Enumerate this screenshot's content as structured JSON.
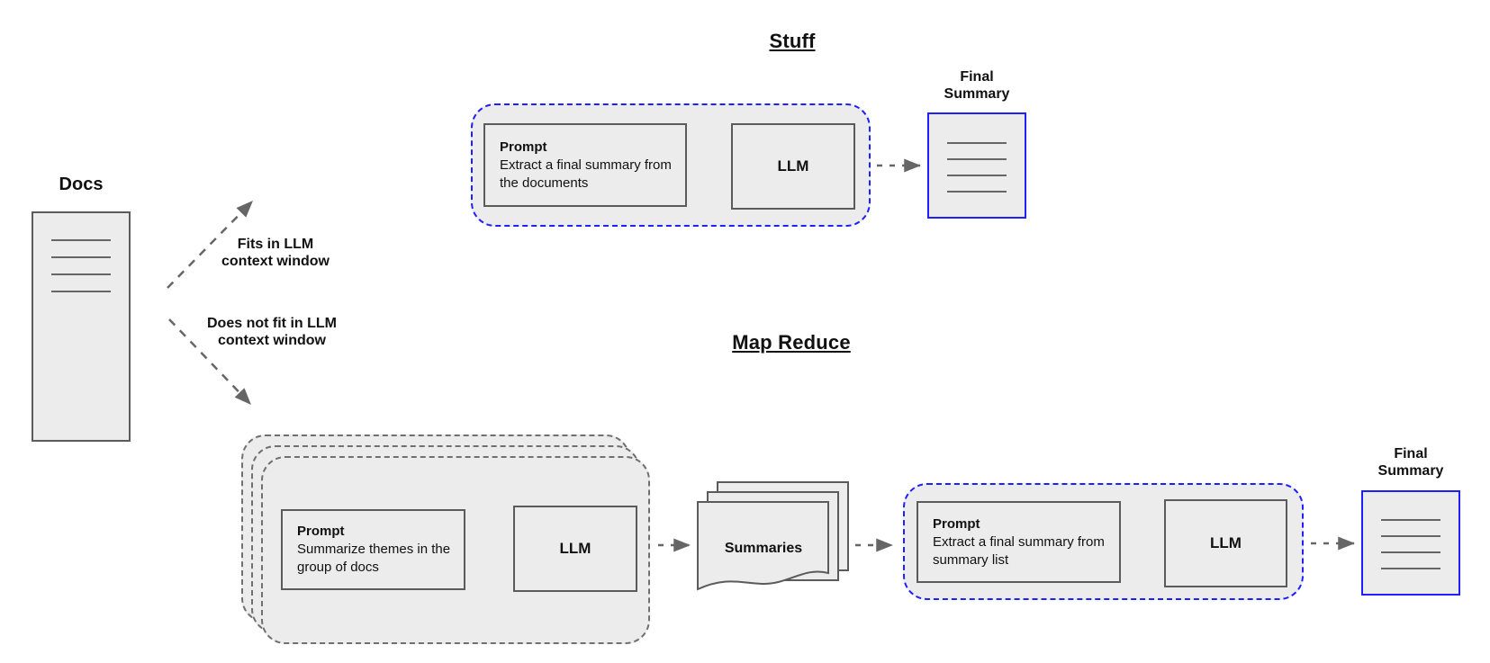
{
  "titles": {
    "stuff": "Stuff",
    "map_reduce": "Map Reduce"
  },
  "docs": {
    "label": "Docs"
  },
  "branch_labels": {
    "fits": "Fits in LLM context window",
    "not_fit": "Does not fit in LLM context window"
  },
  "stuff": {
    "prompt_title": "Prompt",
    "prompt_body": "Extract a final summary from the documents",
    "llm_label": "LLM",
    "final_summary_label": "Final Summary"
  },
  "map_reduce": {
    "map_prompt_title": "Prompt",
    "map_prompt_body": "Summarize themes in the group of docs",
    "map_llm_label": "LLM",
    "summaries_label": "Summaries",
    "reduce_prompt_title": "Prompt",
    "reduce_prompt_body": "Extract a final summary from summary list",
    "reduce_llm_label": "LLM",
    "final_summary_label": "Final Summary"
  },
  "colors": {
    "accent_blue": "#1f1fff",
    "shape_fill": "#ececec",
    "shape_border": "#5b5b5b",
    "dashed_gray": "#707070",
    "arrow_gray": "#666666",
    "text": "#111111"
  }
}
